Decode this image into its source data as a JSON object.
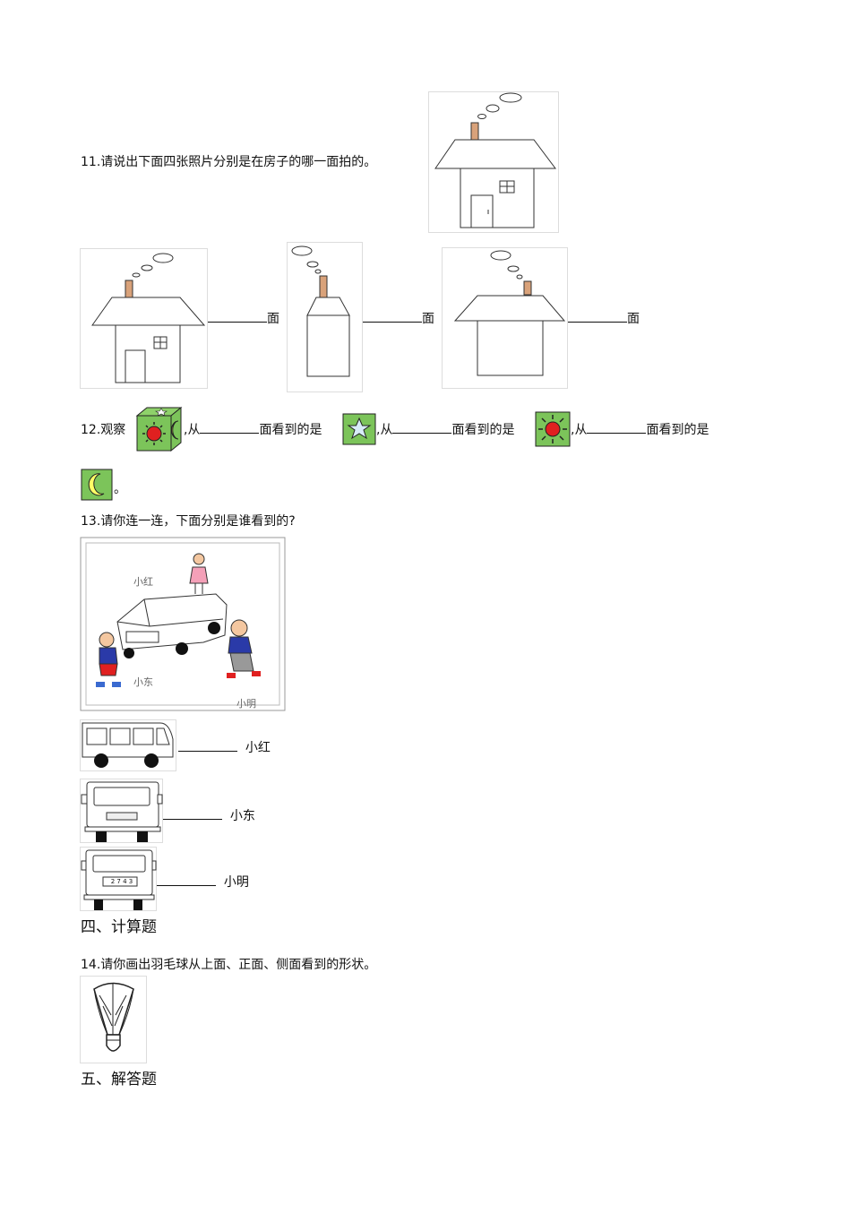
{
  "q11": {
    "text": "11.请说出下面四张照片分别是在房子的哪一面拍的。",
    "answer_suffix": "面"
  },
  "q12": {
    "prefix": "12.观察",
    "part1": ",从",
    "part2": "面看到的是",
    "end": "。"
  },
  "q13": {
    "text": "13.请你连一连，下面分别是谁看到的?",
    "scene_labels": [
      "小红",
      "小东",
      "小明"
    ],
    "plate": "2 7 4 3",
    "options": [
      "小红",
      "小东",
      "小明"
    ]
  },
  "section4": {
    "title": "四、计算题"
  },
  "q14": {
    "text": "14.请你画出羽毛球从上面、正面、侧面看到的形状。"
  },
  "section5": {
    "title": "五、解答题"
  }
}
